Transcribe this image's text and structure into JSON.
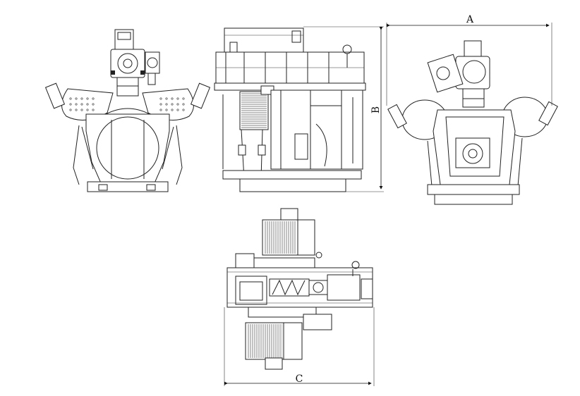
{
  "drawing": {
    "views": [
      "front-view",
      "side-view",
      "rear-view",
      "top-view"
    ],
    "dimension_labels": {
      "a": "A",
      "b": "B",
      "c": "C"
    }
  }
}
